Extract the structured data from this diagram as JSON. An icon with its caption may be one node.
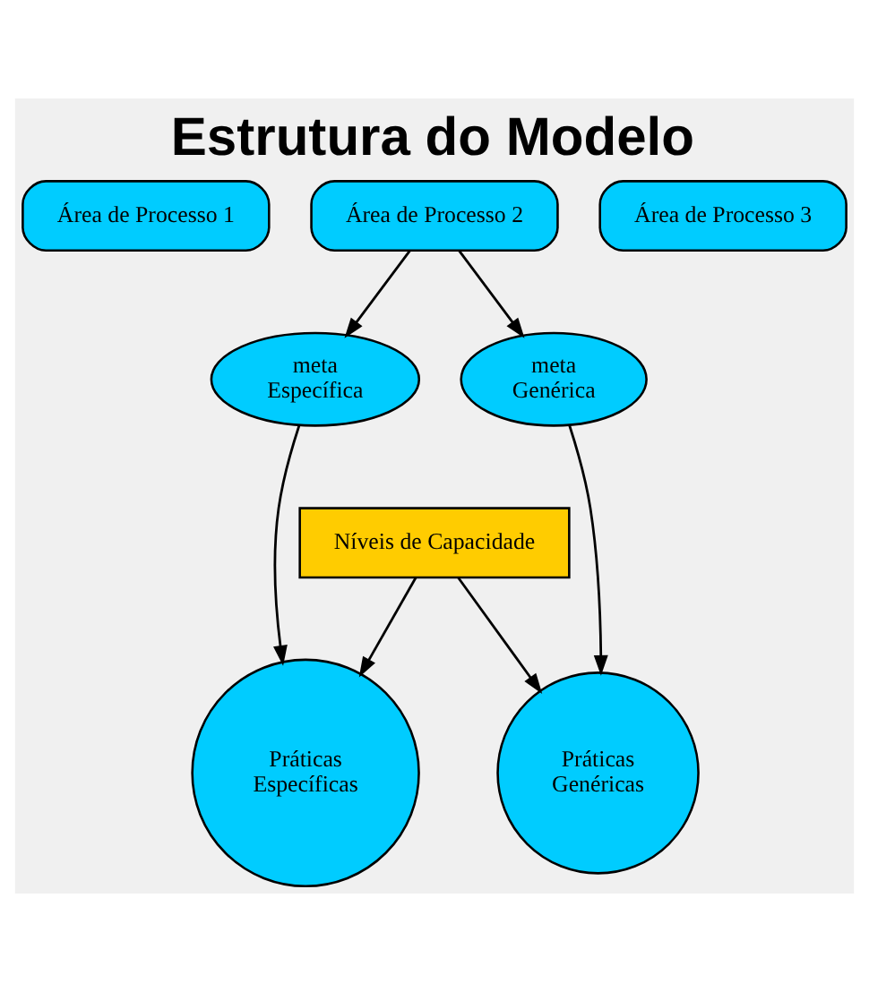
{
  "diagram": {
    "title": "Estrutura do Modelo",
    "nodes": [
      {
        "text": [
          "Área de Processo 1"
        ]
      },
      {
        "text": [
          "Área de Processo 2"
        ]
      },
      {
        "text": [
          "Área de Processo 3"
        ]
      },
      {
        "text": [
          "meta Específica"
        ]
      },
      {
        "text": [
          "meta Genérica"
        ]
      },
      {
        "text": [
          "Níveis de Capacidade"
        ]
      },
      {
        "text": [
          "Práticas Específicas"
        ]
      },
      {
        "text": [
          "Práticas Genéricas"
        ]
      }
    ],
    "edges": [
      {
        "from": 1,
        "to": 3,
        "arrow": "to"
      },
      {
        "from": 1,
        "to": 4,
        "arrow": "to"
      },
      {
        "from": 3,
        "to": 6,
        "arrow": "to"
      },
      {
        "from": 4,
        "to": 7,
        "arrow": "to"
      },
      {
        "from": 5,
        "to": 6,
        "arrow": "to"
      },
      {
        "from": 5,
        "to": 7,
        "arrow": "to"
      }
    ]
  }
}
